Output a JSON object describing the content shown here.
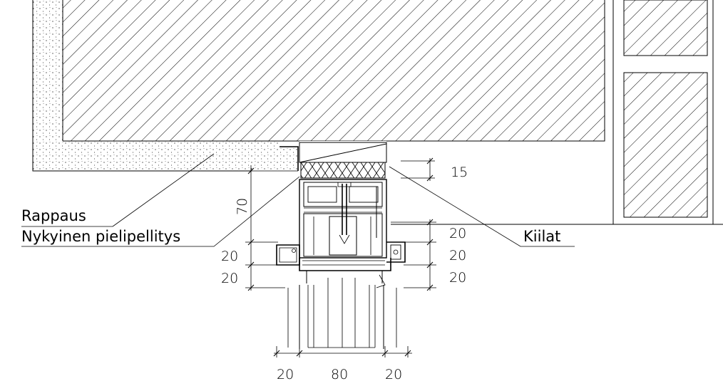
{
  "labels": {
    "plaster": "Rappaus",
    "existing_flashing": "Nykyinen pielipellitys",
    "wedges": "Kiilat"
  },
  "dimensions": {
    "top_gap": "15",
    "left_height": "70",
    "left_a": "20",
    "left_b": "20",
    "right_a": "20",
    "right_b": "20",
    "right_c": "20",
    "bottom_left": "20",
    "bottom_mid": "80",
    "bottom_right": "20"
  }
}
